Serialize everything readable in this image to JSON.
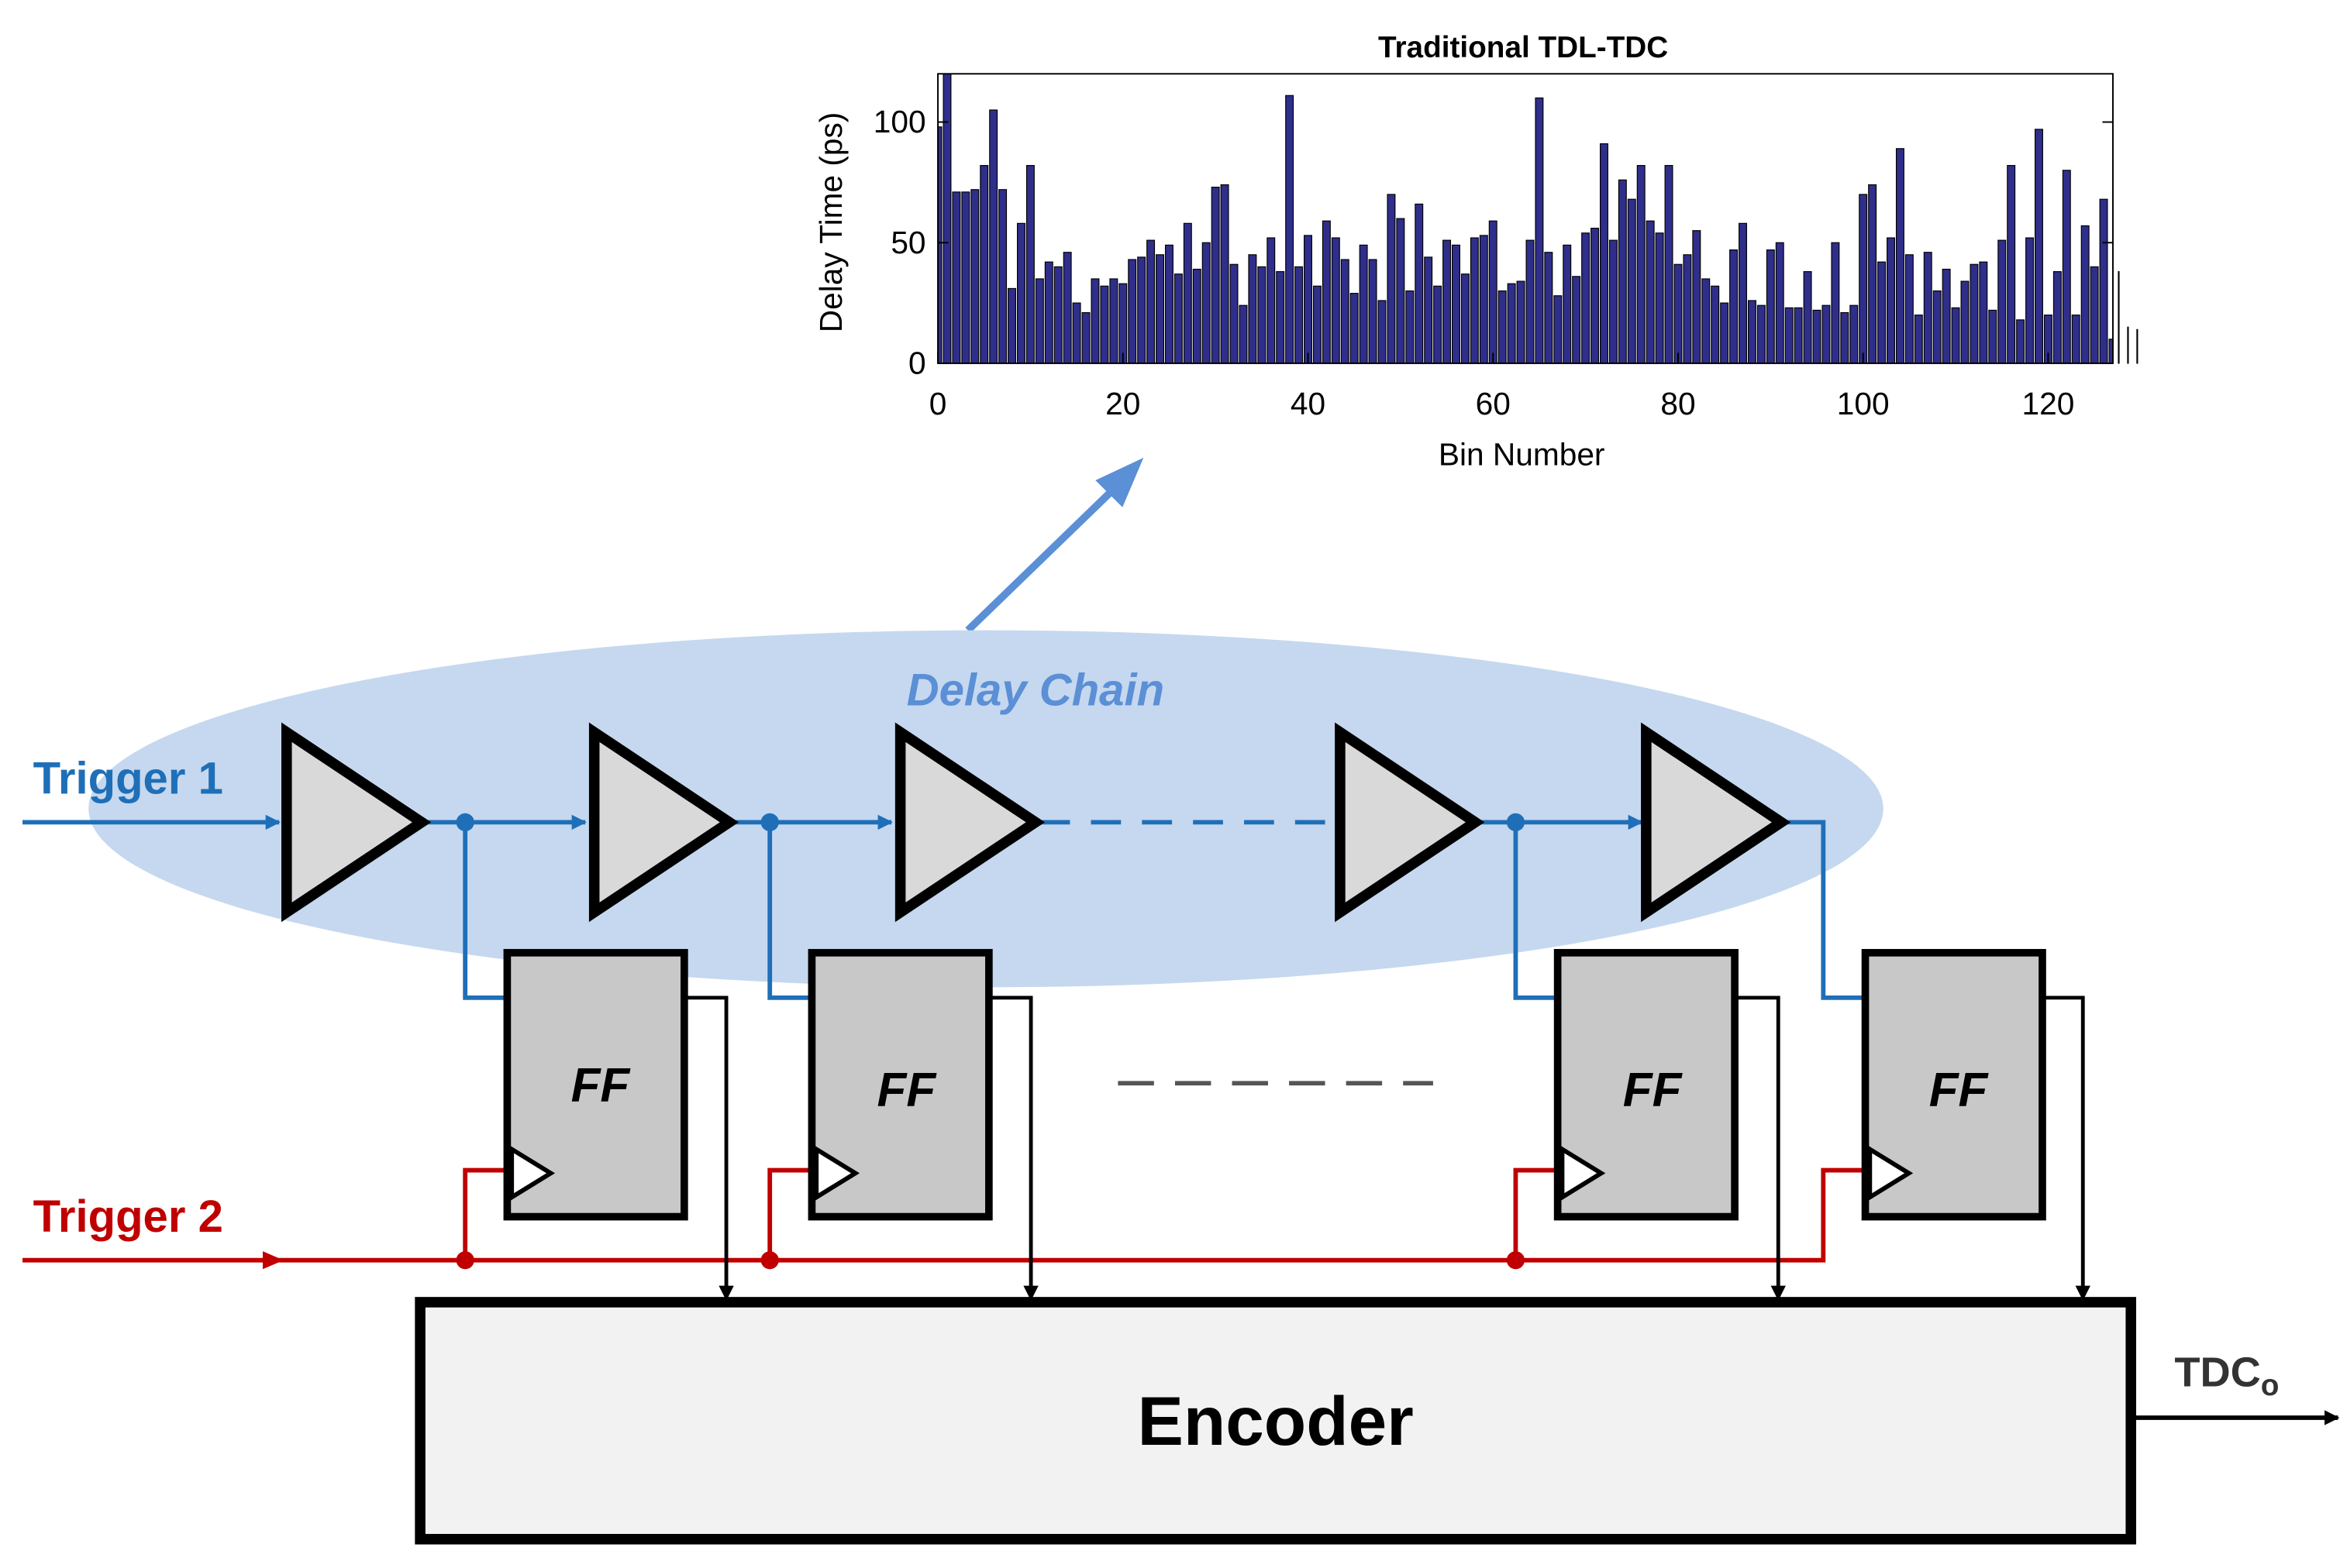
{
  "colors": {
    "trigger1": "#1f6fb8",
    "trigger2": "#c00000",
    "ellipse": "#c5d8ef",
    "arrow": "#5b8fd6",
    "bars": "#2f2e8a",
    "buffer_fill": "#d9d9d9",
    "ff_fill": "#c8c8c8",
    "encoder_fill": "#f2f2f2"
  },
  "labels": {
    "trigger1": "Trigger 1",
    "trigger2": "Trigger 2",
    "delay_chain": "Delay Chain",
    "ff": "FF",
    "encoder": "Encoder",
    "output_main": "TDC",
    "output_sub": "o"
  },
  "chart_data": {
    "type": "bar",
    "title": "Traditional TDL-TDC",
    "xlabel": "Bin Number",
    "ylabel": "Delay Time (ps)",
    "xlim": [
      0,
      127
    ],
    "ylim": [
      0,
      120
    ],
    "xticks": [
      0,
      20,
      40,
      60,
      80,
      100,
      120
    ],
    "yticks": [
      0,
      50,
      100
    ],
    "values": [
      98,
      120,
      71,
      71,
      72,
      82,
      105,
      72,
      31,
      58,
      82,
      35,
      42,
      40,
      46,
      25,
      21,
      35,
      32,
      35,
      33,
      43,
      44,
      51,
      45,
      49,
      37,
      58,
      39,
      50,
      73,
      74,
      41,
      24,
      45,
      40,
      52,
      38,
      111,
      40,
      53,
      32,
      59,
      52,
      43,
      29,
      49,
      43,
      26,
      70,
      60,
      30,
      66,
      44,
      32,
      51,
      49,
      37,
      52,
      53,
      59,
      30,
      33,
      34,
      51,
      110,
      46,
      28,
      49,
      36,
      54,
      56,
      91,
      51,
      76,
      68,
      82,
      59,
      54,
      82,
      41,
      45,
      55,
      35,
      32,
      25,
      47,
      58,
      26,
      24,
      47,
      50,
      23,
      23,
      38,
      22,
      24,
      50,
      21,
      24,
      70,
      74,
      42,
      52,
      89,
      45,
      20,
      46,
      30,
      39,
      23,
      34,
      41,
      42,
      22,
      51,
      82,
      18,
      52,
      97,
      20,
      38,
      80,
      20,
      57,
      40,
      68,
      10,
      38,
      15,
      14
    ]
  }
}
